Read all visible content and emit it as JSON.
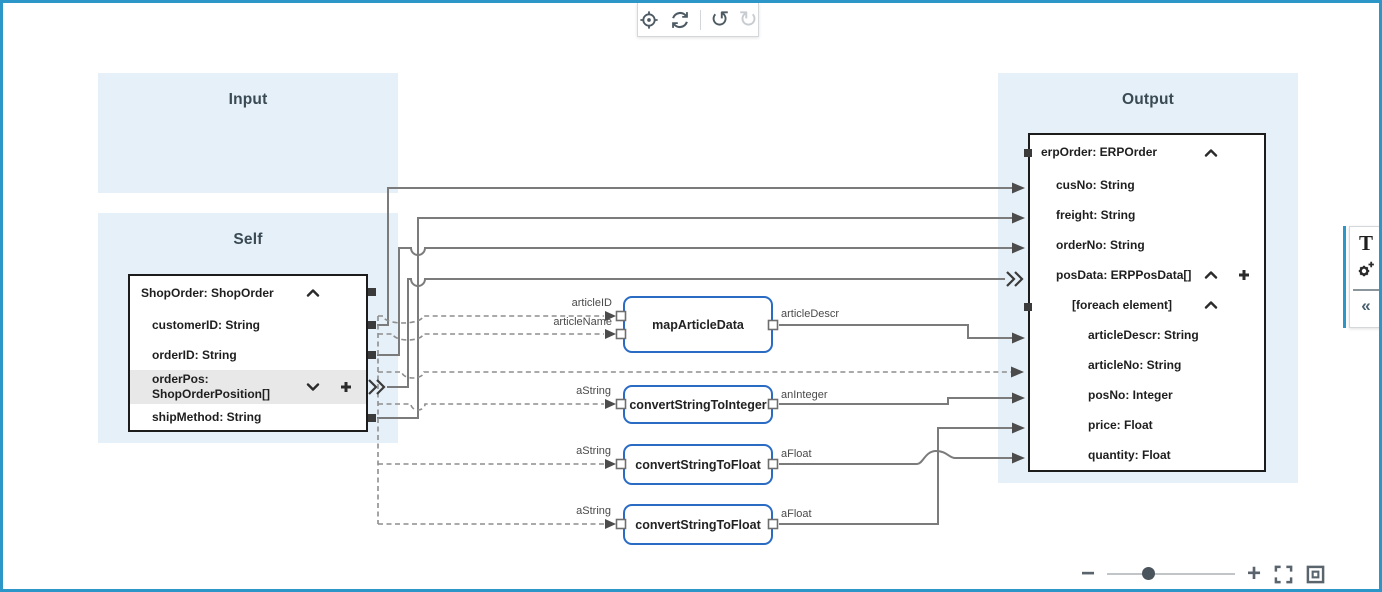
{
  "top_toolbar": {
    "icons": [
      "locate-icon",
      "sync-icon",
      "undo-icon",
      "redo-icon"
    ],
    "undo_glyph": "↺",
    "redo_glyph": "↻"
  },
  "panels": {
    "input": {
      "title": "Input"
    },
    "self": {
      "title": "Self"
    },
    "output": {
      "title": "Output"
    }
  },
  "self_box": {
    "header": "ShopOrder: ShopOrder",
    "rows": [
      {
        "label": "customerID: String"
      },
      {
        "label": "orderID: String"
      },
      {
        "label": "orderPos: ShopOrderPosition[]",
        "highlighted": true
      },
      {
        "label": "shipMethod: String"
      }
    ]
  },
  "output_box": {
    "header": "erpOrder: ERPOrder",
    "rows": [
      {
        "label": "cusNo: String"
      },
      {
        "label": "freight: String"
      },
      {
        "label": "orderNo: String"
      },
      {
        "label": "posData: ERPPosData[]"
      },
      {
        "label": "[foreach element]"
      },
      {
        "label": "articleDescr: String"
      },
      {
        "label": "articleNo: String"
      },
      {
        "label": "posNo: Integer"
      },
      {
        "label": "price: Float"
      },
      {
        "label": "quantity: Float"
      }
    ]
  },
  "functions": [
    {
      "name": "mapArticleData",
      "inputs": [
        "articleID",
        "articleName"
      ],
      "outputs": [
        "articleDescr"
      ]
    },
    {
      "name": "convertStringToInteger",
      "inputs": [
        "aString"
      ],
      "outputs": [
        "anInteger"
      ]
    },
    {
      "name": "convertStringToFloat",
      "inputs": [
        "aString"
      ],
      "outputs": [
        "aFloat"
      ]
    },
    {
      "name": "convertStringToFloat",
      "inputs": [
        "aString"
      ],
      "outputs": [
        "aFloat"
      ]
    }
  ],
  "side_toolbar": {
    "text_button": "T",
    "gear_icon": "gear-plus-icon",
    "collapse_button": "«"
  },
  "zoom_bar": {
    "zoom_out": "−",
    "zoom_in": "+",
    "slider_position": 0.35,
    "icons": [
      "fullscreen-icon",
      "fit-view-icon"
    ]
  },
  "colors": {
    "frame_blue": "#2d96c9",
    "panel_bg": "#e6f0f8",
    "function_border": "#2a6bc4",
    "wire_gray": "#7b7b7b",
    "dashed_gray": "#8e8e8e",
    "row_highlight": "#e8e8e8"
  }
}
